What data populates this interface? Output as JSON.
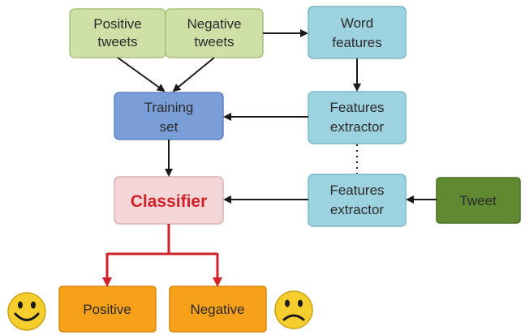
{
  "nodes": {
    "positive_tweets": {
      "line1": "Positive",
      "line2": "tweets"
    },
    "negative_tweets": {
      "line1": "Negative",
      "line2": "tweets"
    },
    "word_features": {
      "line1": "Word",
      "line2": "features"
    },
    "training_set": {
      "line1": "Training",
      "line2": "set"
    },
    "features_extractor_top": {
      "line1": "Features",
      "line2": "extractor"
    },
    "features_extractor_bottom": {
      "line1": "Features",
      "line2": "extractor"
    },
    "tweet": {
      "label": "Tweet"
    },
    "classifier": {
      "label": "Classifier"
    },
    "positive": {
      "label": "Positive"
    },
    "negative": {
      "label": "Negative"
    }
  },
  "icons": {
    "happy": "smiley-face-icon",
    "sad": "sad-face-icon"
  },
  "colors": {
    "green_light": "#cfe0a6",
    "green_dark": "#5f8a32",
    "blue_light": "#9dd3e0",
    "blue_mid": "#7a9fd8",
    "pink": "#f4d6d6",
    "orange": "#f7a11a",
    "red_arrow": "#d0222a",
    "arrow": "#1a1a1a"
  }
}
